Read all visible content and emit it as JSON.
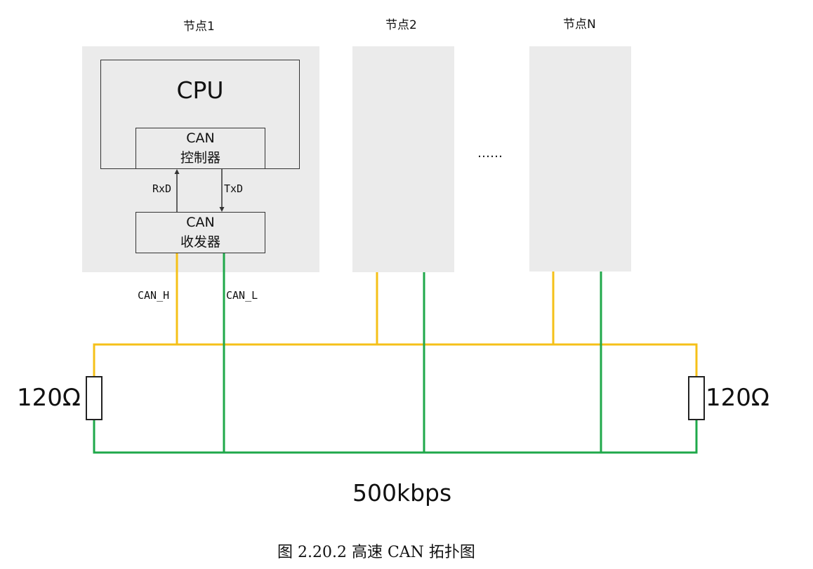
{
  "nodes": [
    {
      "title": "节点1"
    },
    {
      "title": "节点2"
    },
    {
      "title": "节点N"
    }
  ],
  "node1": {
    "cpu_label": "CPU",
    "controller_line1": "CAN",
    "controller_line2": "控制器",
    "transceiver_line1": "CAN",
    "transceiver_line2": "收发器",
    "rxd_label": "RxD",
    "txd_label": "TxD"
  },
  "ellipsis": "……",
  "bus": {
    "can_h_label": "CAN_H",
    "can_l_label": "CAN_L",
    "can_h_color": "#f5c018",
    "can_l_color": "#1fa84a"
  },
  "resistors": {
    "left_label": "120Ω",
    "right_label": "120Ω"
  },
  "speed_label": "500kbps",
  "caption": "图 2.20.2 高速 CAN 拓扑图"
}
